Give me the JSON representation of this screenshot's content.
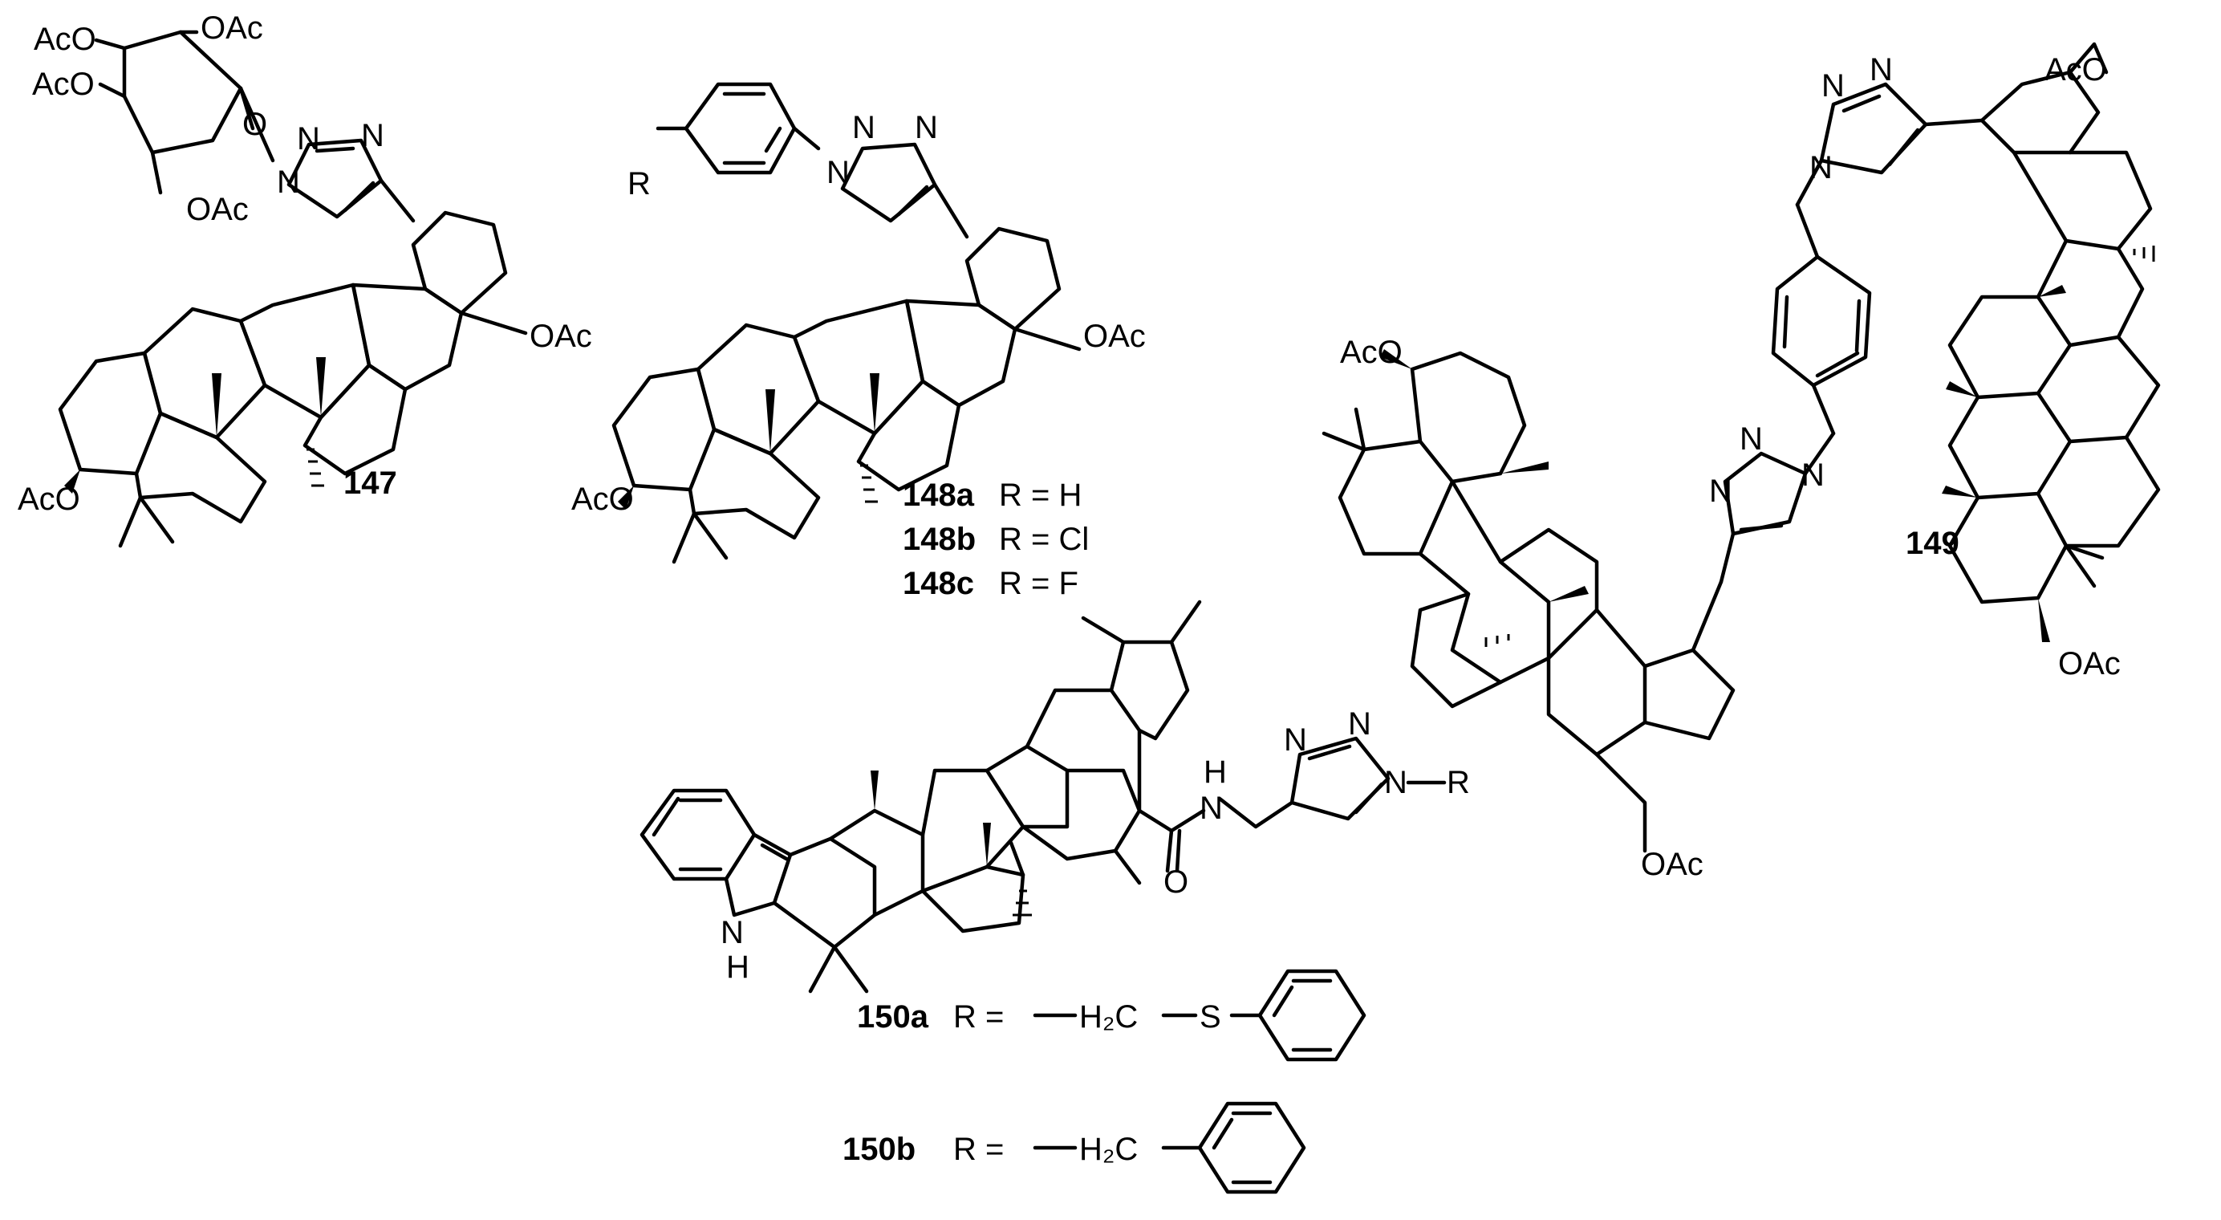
{
  "compounds": {
    "c147": {
      "id": "147"
    },
    "c148": {
      "variants": [
        {
          "id": "148a",
          "desc": "R = H"
        },
        {
          "id": "148b",
          "desc": "R = Cl"
        },
        {
          "id": "148c",
          "desc": "R = F"
        }
      ]
    },
    "c149": {
      "id": "149"
    },
    "c150": {
      "variants": [
        {
          "id": "150a",
          "desc": "R ="
        },
        {
          "id": "150b",
          "desc": "R ="
        }
      ]
    }
  },
  "atoms": {
    "OAc": "OAc",
    "AcO": "AcO",
    "N": "N",
    "O": "O",
    "H": "H",
    "R": "R",
    "S": "S",
    "H2C": "H₂C"
  }
}
